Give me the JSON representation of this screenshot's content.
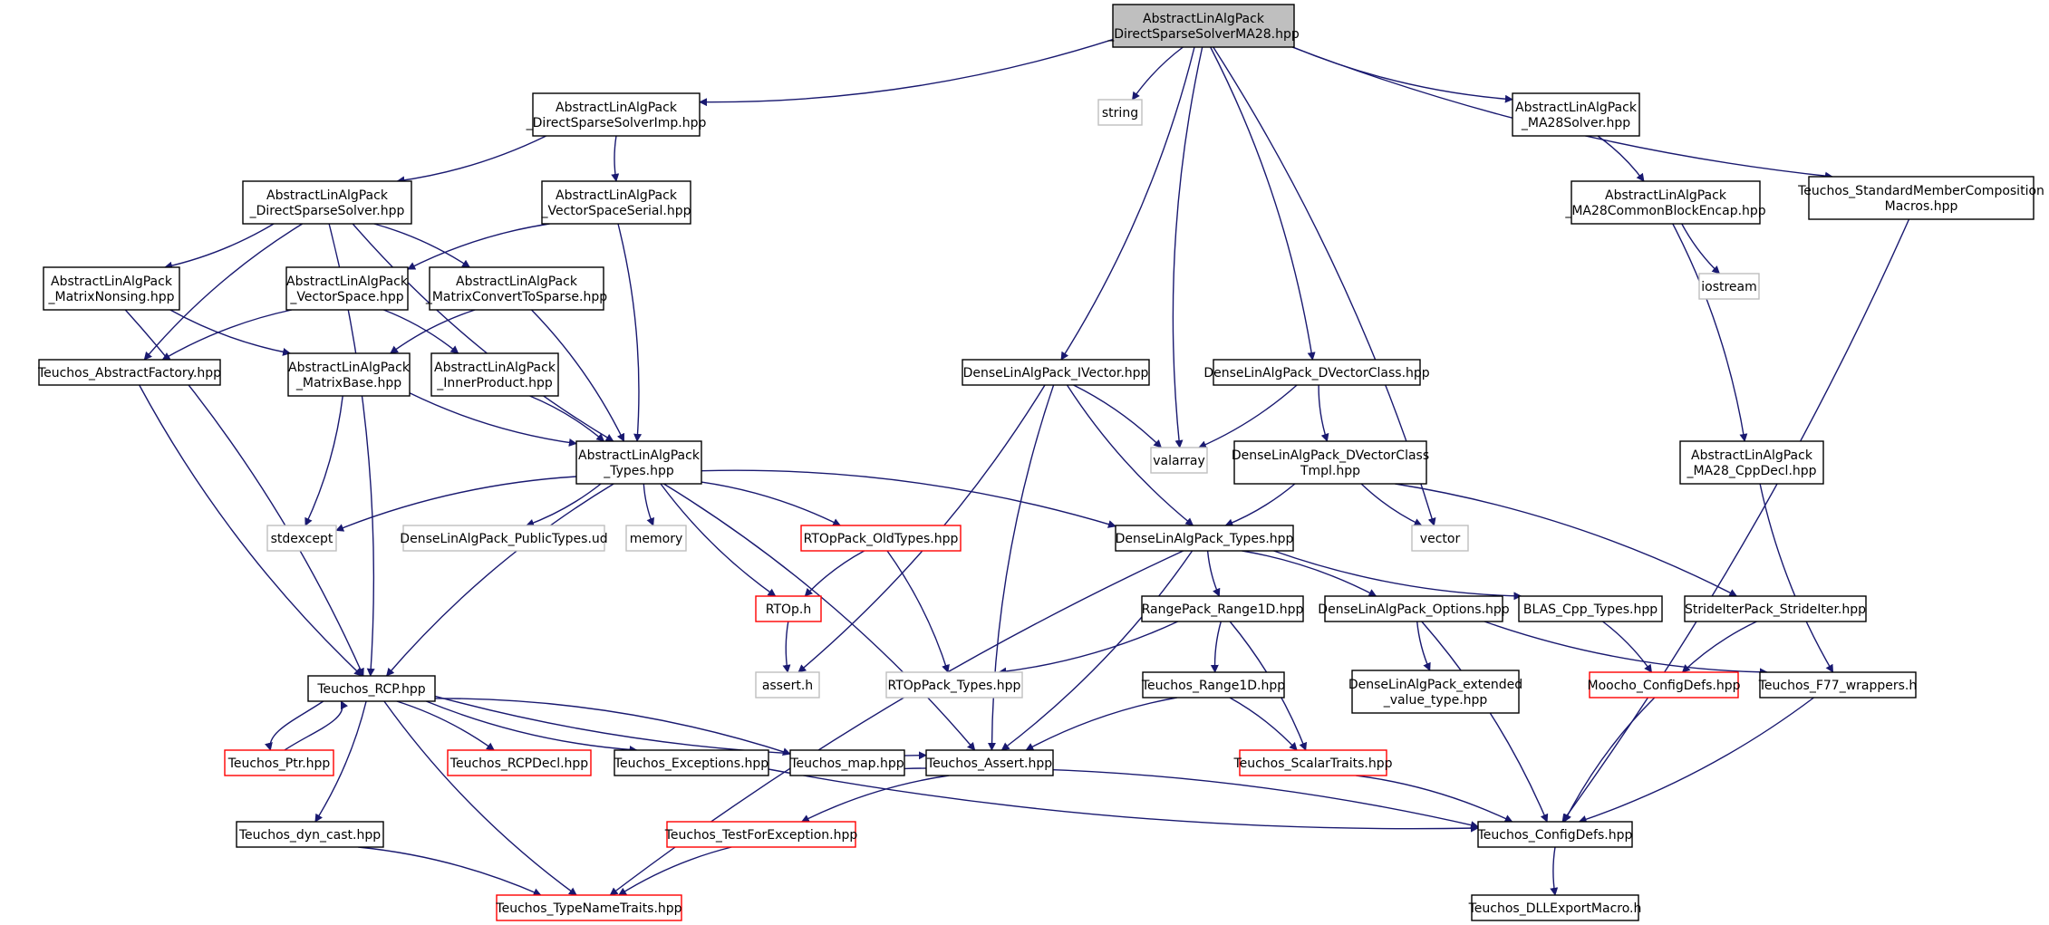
{
  "colors": {
    "edge": "#191970",
    "node_border": "#000000",
    "node_border_missing": "#bfbfbf",
    "node_border_truncated": "#ff0000",
    "root_fill": "#bfbfbf",
    "node_fill": "#ffffff"
  },
  "nodes": [
    {
      "id": "root",
      "lines": [
        "AbstractLinAlgPack",
        "_DirectSparseSolverMA28.hpp"
      ],
      "kind": "root"
    },
    {
      "id": "dssimp",
      "lines": [
        "AbstractLinAlgPack",
        "_DirectSparseSolverImp.hpp"
      ],
      "kind": "normal"
    },
    {
      "id": "string",
      "lines": [
        "string"
      ],
      "kind": "missing"
    },
    {
      "id": "ma28solver",
      "lines": [
        "AbstractLinAlgPack",
        "_MA28Solver.hpp"
      ],
      "kind": "normal"
    },
    {
      "id": "stdmember",
      "lines": [
        "Teuchos_StandardMemberComposition",
        "Macros.hpp"
      ],
      "kind": "normal"
    },
    {
      "id": "dss",
      "lines": [
        "AbstractLinAlgPack",
        "_DirectSparseSolver.hpp"
      ],
      "kind": "normal"
    },
    {
      "id": "vss",
      "lines": [
        "AbstractLinAlgPack",
        "_VectorSpaceSerial.hpp"
      ],
      "kind": "normal"
    },
    {
      "id": "ma28cbe",
      "lines": [
        "AbstractLinAlgPack",
        "_MA28CommonBlockEncap.hpp"
      ],
      "kind": "normal"
    },
    {
      "id": "iostream",
      "lines": [
        "iostream"
      ],
      "kind": "missing"
    },
    {
      "id": "matnonsing",
      "lines": [
        "AbstractLinAlgPack",
        "_MatrixNonsing.hpp"
      ],
      "kind": "normal"
    },
    {
      "id": "vecspace",
      "lines": [
        "AbstractLinAlgPack",
        "_VectorSpace.hpp"
      ],
      "kind": "normal"
    },
    {
      "id": "matconv",
      "lines": [
        "AbstractLinAlgPack",
        "_MatrixConvertToSparse.hpp"
      ],
      "kind": "normal"
    },
    {
      "id": "absfact",
      "lines": [
        "Teuchos_AbstractFactory.hpp"
      ],
      "kind": "normal"
    },
    {
      "id": "matbase",
      "lines": [
        "AbstractLinAlgPack",
        "_MatrixBase.hpp"
      ],
      "kind": "normal"
    },
    {
      "id": "innerprod",
      "lines": [
        "AbstractLinAlgPack",
        "_InnerProduct.hpp"
      ],
      "kind": "normal"
    },
    {
      "id": "ivector",
      "lines": [
        "DenseLinAlgPack_IVector.hpp"
      ],
      "kind": "normal"
    },
    {
      "id": "dvecclass",
      "lines": [
        "DenseLinAlgPack_DVectorClass.hpp"
      ],
      "kind": "normal"
    },
    {
      "id": "valarray",
      "lines": [
        "valarray"
      ],
      "kind": "missing"
    },
    {
      "id": "dvectmpl",
      "lines": [
        "DenseLinAlgPack_DVectorClass",
        "Tmpl.hpp"
      ],
      "kind": "normal"
    },
    {
      "id": "ma28cpp",
      "lines": [
        "AbstractLinAlgPack",
        "_MA28_CppDecl.hpp"
      ],
      "kind": "normal"
    },
    {
      "id": "types",
      "lines": [
        "AbstractLinAlgPack",
        "_Types.hpp"
      ],
      "kind": "normal"
    },
    {
      "id": "stdexcept",
      "lines": [
        "stdexcept"
      ],
      "kind": "missing"
    },
    {
      "id": "pubtypes",
      "lines": [
        "DenseLinAlgPack_PublicTypes.ud"
      ],
      "kind": "missing"
    },
    {
      "id": "memory",
      "lines": [
        "memory"
      ],
      "kind": "missing"
    },
    {
      "id": "rtopold",
      "lines": [
        "RTOpPack_OldTypes.hpp"
      ],
      "kind": "truncated"
    },
    {
      "id": "dltypes",
      "lines": [
        "DenseLinAlgPack_Types.hpp"
      ],
      "kind": "normal"
    },
    {
      "id": "vector",
      "lines": [
        "vector"
      ],
      "kind": "missing"
    },
    {
      "id": "rtoph",
      "lines": [
        "RTOp.h"
      ],
      "kind": "truncated"
    },
    {
      "id": "range1d",
      "lines": [
        "RangePack_Range1D.hpp"
      ],
      "kind": "normal"
    },
    {
      "id": "dloptions",
      "lines": [
        "DenseLinAlgPack_Options.hpp"
      ],
      "kind": "normal"
    },
    {
      "id": "blas",
      "lines": [
        "BLAS_Cpp_Types.hpp"
      ],
      "kind": "normal"
    },
    {
      "id": "strideiter",
      "lines": [
        "StrideIterPack_StrideIter.hpp"
      ],
      "kind": "normal"
    },
    {
      "id": "asserth",
      "lines": [
        "assert.h"
      ],
      "kind": "missing"
    },
    {
      "id": "rtoptypes",
      "lines": [
        "RTOpPack_Types.hpp"
      ],
      "kind": "missing"
    },
    {
      "id": "extval",
      "lines": [
        "DenseLinAlgPack_extended",
        "_value_type.hpp"
      ],
      "kind": "normal"
    },
    {
      "id": "moocho",
      "lines": [
        "Moocho_ConfigDefs.hpp"
      ],
      "kind": "truncated"
    },
    {
      "id": "f77",
      "lines": [
        "Teuchos_F77_wrappers.h"
      ],
      "kind": "normal"
    },
    {
      "id": "rcp",
      "lines": [
        "Teuchos_RCP.hpp"
      ],
      "kind": "normal"
    },
    {
      "id": "trange1d",
      "lines": [
        "Teuchos_Range1D.hpp"
      ],
      "kind": "normal"
    },
    {
      "id": "ptr",
      "lines": [
        "Teuchos_Ptr.hpp"
      ],
      "kind": "truncated"
    },
    {
      "id": "rcpdecl",
      "lines": [
        "Teuchos_RCPDecl.hpp"
      ],
      "kind": "truncated"
    },
    {
      "id": "exceptions",
      "lines": [
        "Teuchos_Exceptions.hpp"
      ],
      "kind": "normal"
    },
    {
      "id": "tmap",
      "lines": [
        "Teuchos_map.hpp"
      ],
      "kind": "normal"
    },
    {
      "id": "tassert",
      "lines": [
        "Teuchos_Assert.hpp"
      ],
      "kind": "normal"
    },
    {
      "id": "scalar",
      "lines": [
        "Teuchos_ScalarTraits.hpp"
      ],
      "kind": "truncated"
    },
    {
      "id": "dyncast",
      "lines": [
        "Teuchos_dyn_cast.hpp"
      ],
      "kind": "normal"
    },
    {
      "id": "testexc",
      "lines": [
        "Teuchos_TestForException.hpp"
      ],
      "kind": "truncated"
    },
    {
      "id": "configdefs",
      "lines": [
        "Teuchos_ConfigDefs.hpp"
      ],
      "kind": "normal"
    },
    {
      "id": "typename",
      "lines": [
        "Teuchos_TypeNameTraits.hpp"
      ],
      "kind": "truncated"
    },
    {
      "id": "dllexport",
      "lines": [
        "Teuchos_DLLExportMacro.h"
      ],
      "kind": "normal"
    }
  ],
  "edges": [
    [
      "root",
      "dssimp"
    ],
    [
      "root",
      "string"
    ],
    [
      "root",
      "ivector"
    ],
    [
      "root",
      "valarray"
    ],
    [
      "root",
      "dvecclass"
    ],
    [
      "root",
      "ma28solver"
    ],
    [
      "root",
      "vector"
    ],
    [
      "root",
      "stdmember"
    ],
    [
      "dssimp",
      "dss"
    ],
    [
      "dssimp",
      "vss"
    ],
    [
      "dss",
      "matnonsing"
    ],
    [
      "dss",
      "absfact"
    ],
    [
      "dss",
      "matconv"
    ],
    [
      "dss",
      "types"
    ],
    [
      "dss",
      "rcp"
    ],
    [
      "vss",
      "vecspace"
    ],
    [
      "vss",
      "types"
    ],
    [
      "matnonsing",
      "matbase"
    ],
    [
      "matnonsing",
      "rcp"
    ],
    [
      "vecspace",
      "absfact"
    ],
    [
      "vecspace",
      "innerprod"
    ],
    [
      "matconv",
      "matbase"
    ],
    [
      "matconv",
      "types"
    ],
    [
      "absfact",
      "rcp"
    ],
    [
      "matbase",
      "stdexcept"
    ],
    [
      "matbase",
      "types"
    ],
    [
      "innerprod",
      "types"
    ],
    [
      "types",
      "stdexcept"
    ],
    [
      "types",
      "pubtypes"
    ],
    [
      "types",
      "memory"
    ],
    [
      "types",
      "rtopold"
    ],
    [
      "types",
      "rtoph"
    ],
    [
      "types",
      "dltypes"
    ],
    [
      "types",
      "rcp"
    ],
    [
      "types",
      "tassert"
    ],
    [
      "rtopold",
      "rtoph"
    ],
    [
      "rtopold",
      "rtoptypes"
    ],
    [
      "rtoph",
      "asserth"
    ],
    [
      "ivector",
      "valarray"
    ],
    [
      "ivector",
      "dltypes"
    ],
    [
      "ivector",
      "asserth"
    ],
    [
      "ivector",
      "tassert"
    ],
    [
      "dvecclass",
      "valarray"
    ],
    [
      "dvecclass",
      "dvectmpl"
    ],
    [
      "dvectmpl",
      "dltypes"
    ],
    [
      "dvectmpl",
      "vector"
    ],
    [
      "dvectmpl",
      "strideiter"
    ],
    [
      "dltypes",
      "range1d"
    ],
    [
      "dltypes",
      "dloptions"
    ],
    [
      "dltypes",
      "blas"
    ],
    [
      "dltypes",
      "tassert"
    ],
    [
      "dltypes",
      "typename"
    ],
    [
      "range1d",
      "rtoptypes"
    ],
    [
      "range1d",
      "trange1d"
    ],
    [
      "range1d",
      "scalar"
    ],
    [
      "dloptions",
      "extval"
    ],
    [
      "dloptions",
      "configdefs"
    ],
    [
      "dloptions",
      "f77"
    ],
    [
      "blas",
      "moocho"
    ],
    [
      "strideiter",
      "moocho"
    ],
    [
      "ma28solver",
      "ma28cbe"
    ],
    [
      "ma28cbe",
      "iostream"
    ],
    [
      "ma28cbe",
      "ma28cpp"
    ],
    [
      "ma28cpp",
      "f77"
    ],
    [
      "stdmember",
      "configdefs"
    ],
    [
      "moocho",
      "configdefs"
    ],
    [
      "f77",
      "configdefs"
    ],
    [
      "rcp",
      "ptr"
    ],
    [
      "rcp",
      "rcpdecl"
    ],
    [
      "rcp",
      "exceptions"
    ],
    [
      "rcp",
      "tmap"
    ],
    [
      "rcp",
      "tassert"
    ],
    [
      "rcp",
      "dyncast"
    ],
    [
      "rcp",
      "typename"
    ],
    [
      "ptr",
      "rcp"
    ],
    [
      "trange1d",
      "tassert"
    ],
    [
      "trange1d",
      "scalar"
    ],
    [
      "exceptions",
      "configdefs"
    ],
    [
      "tmap",
      "configdefs"
    ],
    [
      "tassert",
      "testexc"
    ],
    [
      "scalar",
      "configdefs"
    ],
    [
      "testexc",
      "typename"
    ],
    [
      "dyncast",
      "typename"
    ],
    [
      "configdefs",
      "dllexport"
    ]
  ]
}
